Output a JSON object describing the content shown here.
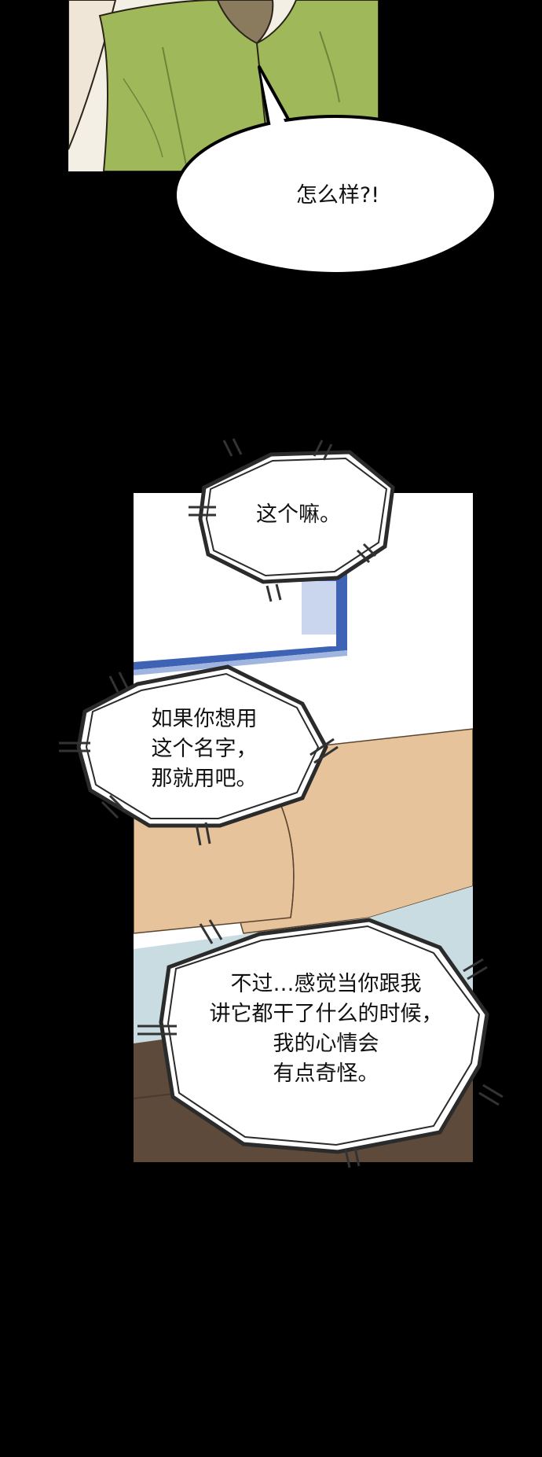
{
  "bubbles": {
    "speech_1": "怎么样?!",
    "thought_1": "这个嘛。",
    "thought_2": "如果你想用\n这个名字，\n那就用吧。",
    "thought_3": "不过…感觉当你跟我\n讲它都干了什么的时候，\n我的心情会\n有点奇怪。"
  },
  "colors": {
    "shirt": "#9fb95a",
    "skin": "#e6c39a",
    "hair": "#8a7a5e",
    "window_blue": "#3f63b4",
    "wall": "#ffffff",
    "floor_light": "#c9dce2",
    "floor_dark": "#5e4a3b",
    "background": "#000000"
  }
}
